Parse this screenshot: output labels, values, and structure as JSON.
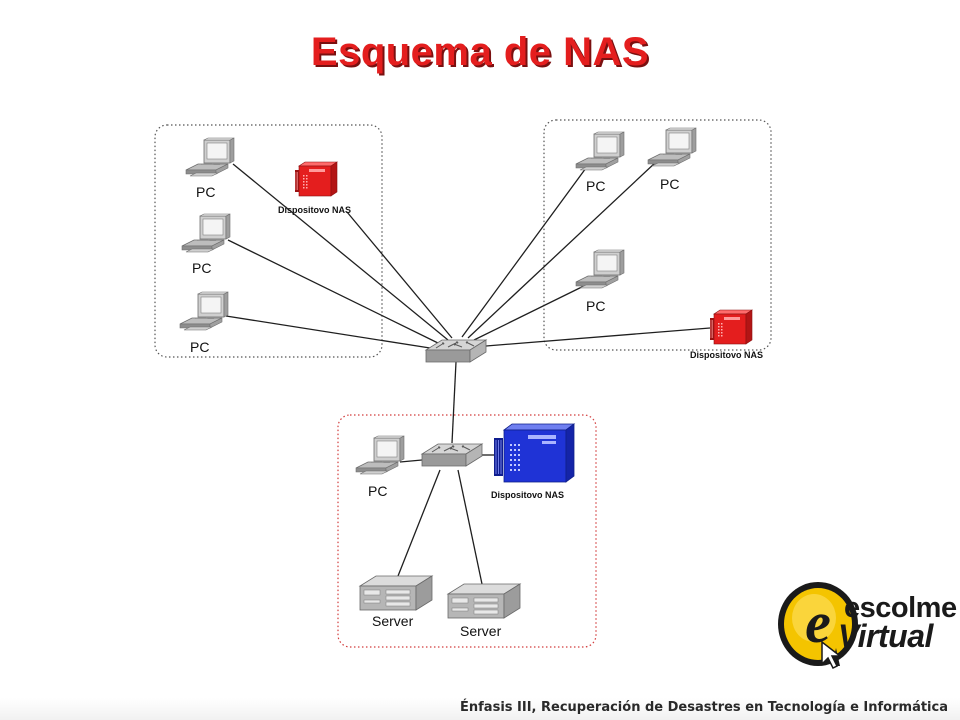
{
  "title": "Esquema de NAS",
  "colors": {
    "title": "#e41e1e",
    "title_shadow": "#7a1010",
    "group_border": "#555555",
    "group_border_red": "#d23c3c",
    "link": "#1f1f1f",
    "nas_red": "#e41e1e",
    "nas_blue": "#1f33d6",
    "logo_yellow": "#f4c400"
  },
  "groups": [
    {
      "name": "left-group",
      "border": "dotted-gray"
    },
    {
      "name": "right-group",
      "border": "dotted-gray"
    },
    {
      "name": "bottom-group",
      "border": "dotted-red"
    }
  ],
  "nodes": {
    "pc_left_1": {
      "label": "PC",
      "icon": "desktop-pc-icon"
    },
    "pc_left_2": {
      "label": "PC",
      "icon": "desktop-pc-icon"
    },
    "pc_left_3": {
      "label": "PC",
      "icon": "desktop-pc-icon"
    },
    "nas_left": {
      "label": "Dispositovo NAS",
      "icon": "nas-device-icon"
    },
    "pc_right_1": {
      "label": "PC",
      "icon": "desktop-pc-icon"
    },
    "pc_right_2": {
      "label": "PC",
      "icon": "desktop-pc-icon"
    },
    "pc_right_3": {
      "label": "PC",
      "icon": "desktop-pc-icon"
    },
    "nas_right": {
      "label": "Dispositovo NAS",
      "icon": "nas-device-icon"
    },
    "pc_bottom": {
      "label": "PC",
      "icon": "desktop-pc-icon"
    },
    "nas_bottom": {
      "label": "Dispositovo NAS",
      "icon": "nas-device-icon"
    },
    "server_1": {
      "label": "Server",
      "icon": "server-icon"
    },
    "server_2": {
      "label": "Server",
      "icon": "server-icon"
    },
    "switch_main": {
      "label": "",
      "icon": "network-switch-icon"
    },
    "switch_bottom": {
      "label": "",
      "icon": "network-switch-icon"
    }
  },
  "links": [
    {
      "from": "pc_left_1",
      "to": "switch_main"
    },
    {
      "from": "nas_left",
      "to": "switch_main"
    },
    {
      "from": "pc_left_2",
      "to": "switch_main"
    },
    {
      "from": "pc_left_3",
      "to": "switch_main"
    },
    {
      "from": "pc_right_1",
      "to": "switch_main"
    },
    {
      "from": "pc_right_2",
      "to": "switch_main"
    },
    {
      "from": "pc_right_3",
      "to": "switch_main"
    },
    {
      "from": "nas_right",
      "to": "switch_main"
    },
    {
      "from": "switch_main",
      "to": "switch_bottom"
    },
    {
      "from": "pc_bottom",
      "to": "switch_bottom"
    },
    {
      "from": "nas_bottom",
      "to": "switch_bottom"
    },
    {
      "from": "server_1",
      "to": "switch_bottom"
    },
    {
      "from": "server_2",
      "to": "switch_bottom"
    }
  ],
  "logo": {
    "line1": "escolme",
    "line2": "Virtual",
    "letter": "e",
    "icon": "escolme-logo-icon"
  },
  "footer": "Énfasis III, Recuperación de Desastres en Tecnología e Informática"
}
